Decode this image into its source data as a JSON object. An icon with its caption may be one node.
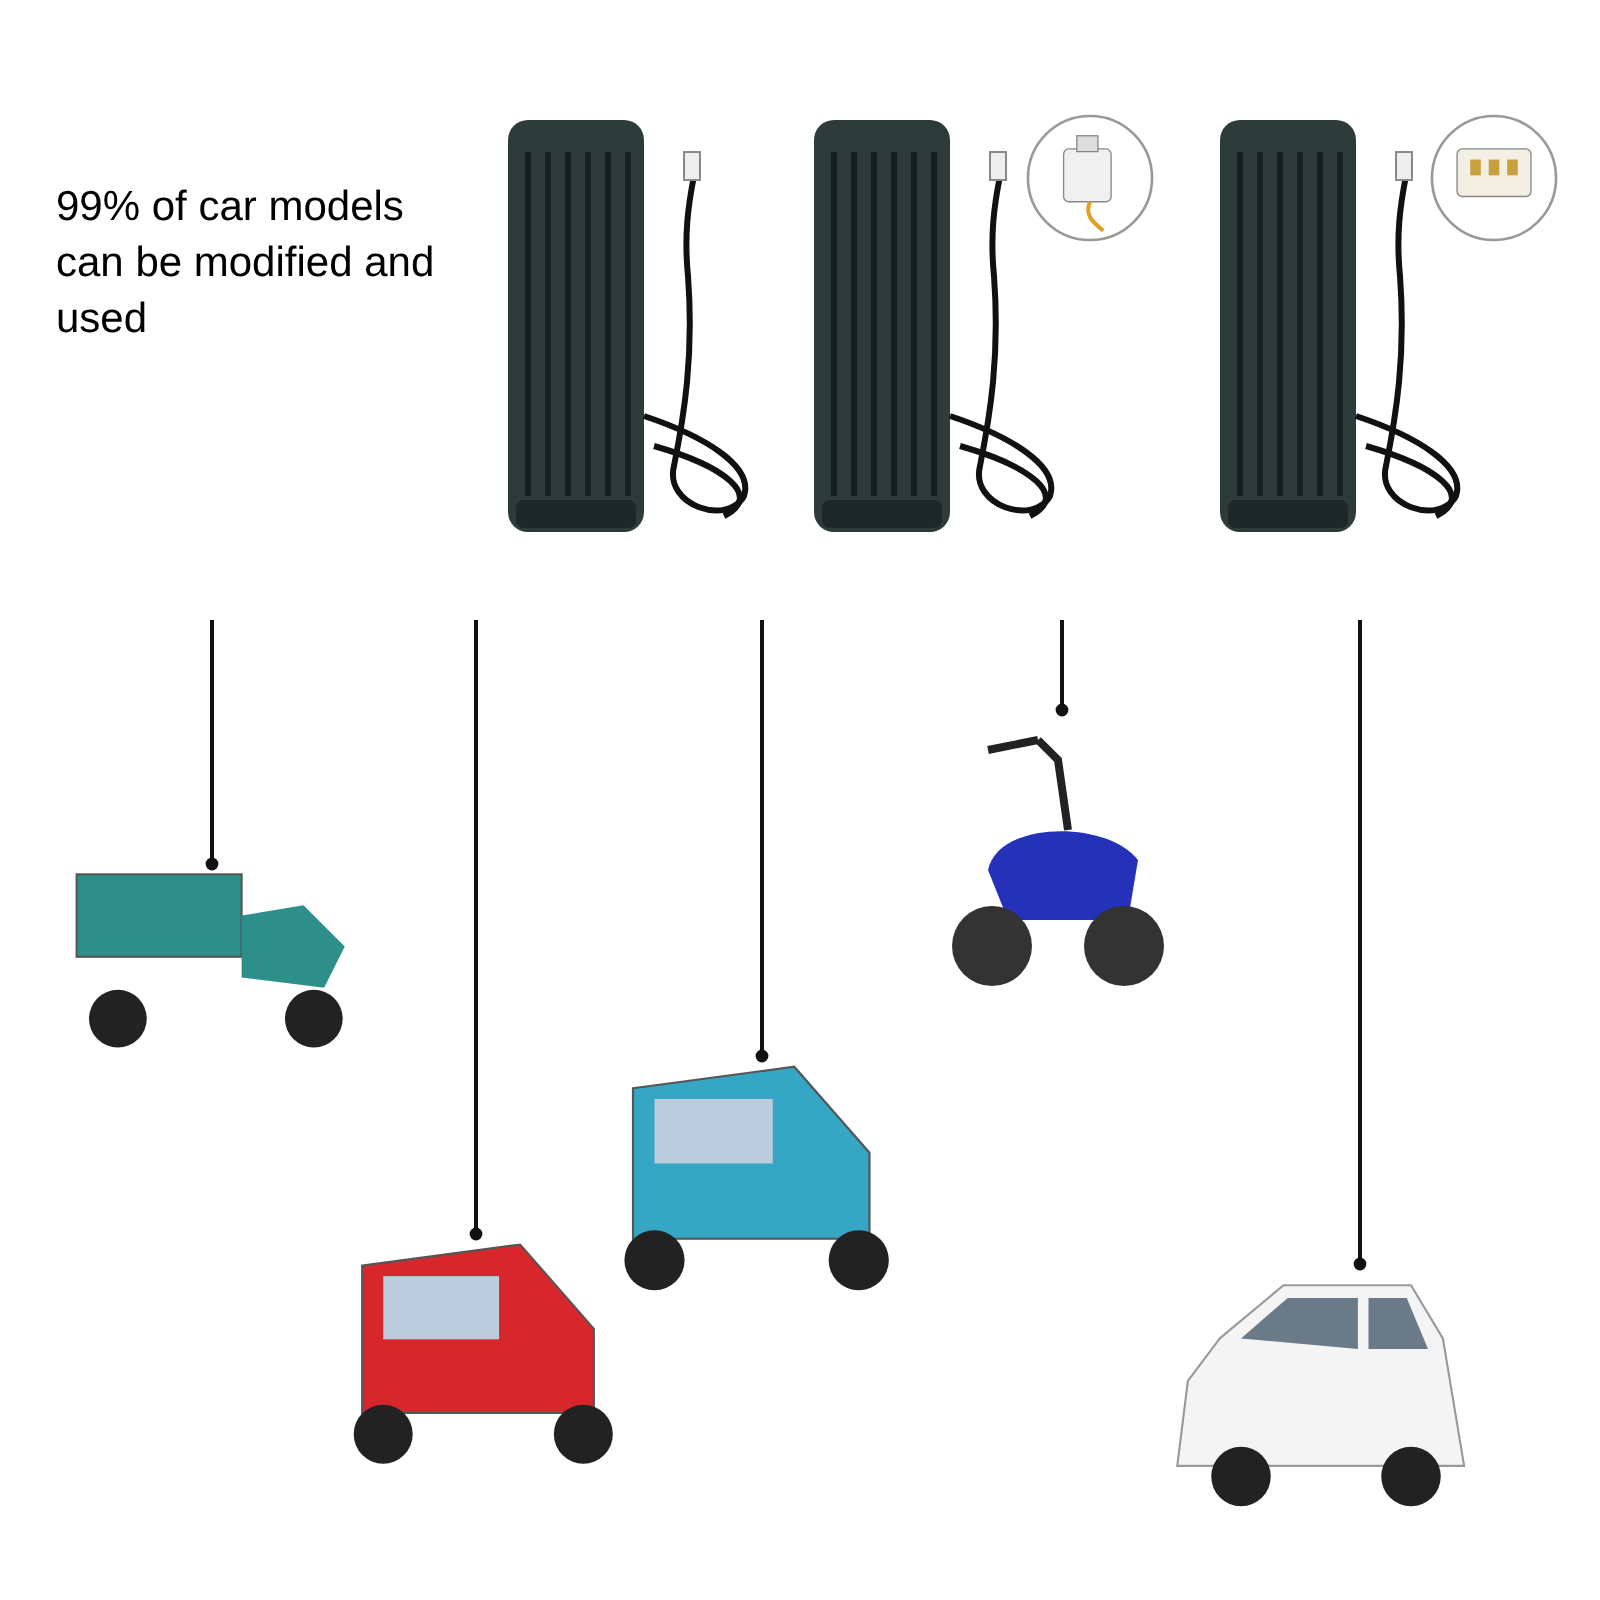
{
  "diagram": {
    "nodes": [
      {
        "text": [],
        "shape": "picture"
      },
      {
        "text": [],
        "shape": "picture"
      },
      {
        "text": [],
        "shape": "picture"
      },
      {
        "text": [],
        "shape": "picture"
      },
      {
        "text": [],
        "shape": "picture"
      },
      {
        "text": [],
        "shape": "picture"
      },
      {
        "text": [],
        "shape": "picture"
      },
      {
        "text": [],
        "shape": "picture"
      },
      {
        "text": [],
        "shape": "picture"
      },
      {
        "text": [],
        "shape": "picture"
      }
    ],
    "edges": [
      {
        "from": null,
        "to": 5,
        "arrow": "other"
      },
      {
        "from": null,
        "to": 6,
        "arrow": "other"
      },
      {
        "from": null,
        "to": 7,
        "arrow": "other"
      },
      {
        "from": null,
        "to": 8,
        "arrow": "other"
      },
      {
        "from": null,
        "to": 9,
        "arrow": "other"
      }
    ],
    "labels": [
      "99% of car models can be modified and used"
    ]
  }
}
